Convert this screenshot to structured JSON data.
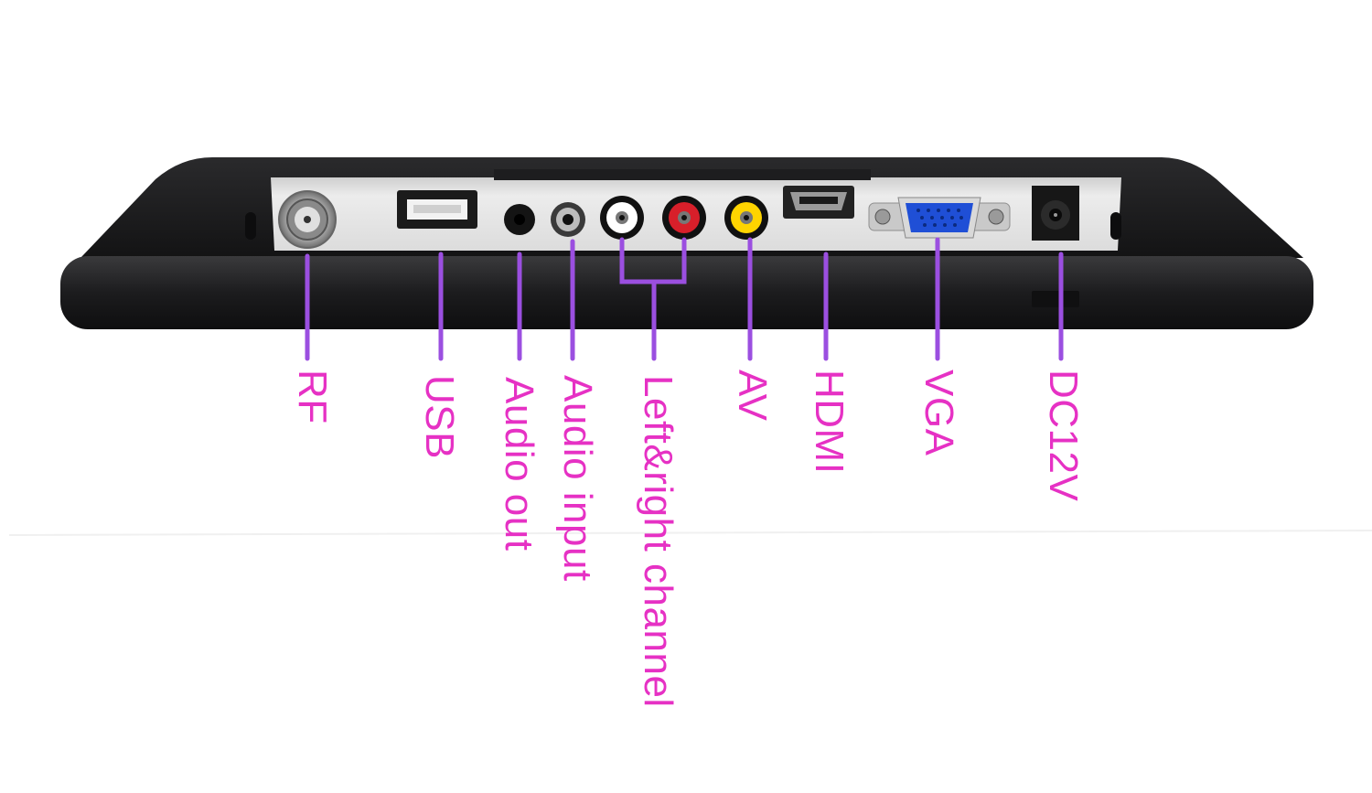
{
  "colors": {
    "label_text": "#e631c4",
    "leader_line": "#9b4fe0",
    "housing": "#1d1d1f",
    "port_panel": "#e9e9e9",
    "av_yellow": "#ffd400",
    "audio_red": "#d71f2a"
  },
  "ports": [
    {
      "id": "rf",
      "label": "RF",
      "icon": "coaxial-connector-icon"
    },
    {
      "id": "usb",
      "label": "USB",
      "icon": "usb-port-icon"
    },
    {
      "id": "audio-out",
      "label": "Audio out",
      "icon": "audio-jack-icon"
    },
    {
      "id": "audio-input",
      "label": "Audio input",
      "icon": "audio-jack-icon"
    },
    {
      "id": "left-right-channel",
      "label": "Left&right channel",
      "icon": "rca-white-red-icon"
    },
    {
      "id": "av",
      "label": "AV",
      "icon": "rca-yellow-icon"
    },
    {
      "id": "hdmi",
      "label": "HDMI",
      "icon": "hdmi-port-icon"
    },
    {
      "id": "vga",
      "label": "VGA",
      "icon": "vga-port-icon"
    },
    {
      "id": "dc12v",
      "label": "DC12V",
      "icon": "dc-power-jack-icon"
    }
  ]
}
